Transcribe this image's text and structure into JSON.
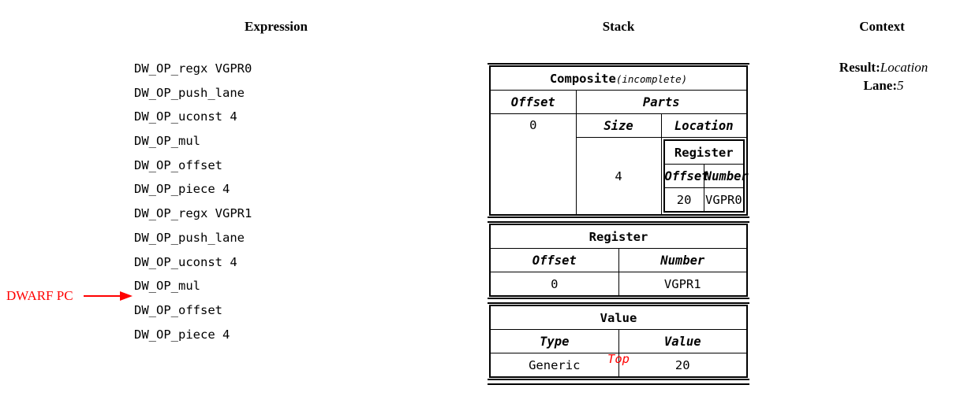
{
  "headings": {
    "expression": "Expression",
    "stack": "Stack",
    "context": "Context"
  },
  "expression": {
    "lines": [
      "DW_OP_regx VGPR0",
      "DW_OP_push_lane",
      "DW_OP_uconst 4",
      "DW_OP_mul",
      "DW_OP_offset",
      "DW_OP_piece 4",
      "DW_OP_regx VGPR1",
      "DW_OP_push_lane",
      "DW_OP_uconst 4",
      "DW_OP_mul",
      "DW_OP_offset",
      "DW_OP_piece 4"
    ],
    "pc_marker": {
      "label": "DWARF PC",
      "points_to_line_index": 10,
      "color": "#ff0000"
    }
  },
  "stack": {
    "top_label": "Top",
    "top_label_color": "#ff0000",
    "entries": [
      {
        "title": "Composite",
        "title_suffix": "(incomplete)",
        "offset_header": "Offset",
        "offset_value": "0",
        "parts_header": "Parts",
        "size_header": "Size",
        "location_header": "Location",
        "part": {
          "size": "4",
          "location": {
            "title": "Register",
            "offset_header": "Offset",
            "number_header": "Number",
            "offset_value": "20",
            "number_value": "VGPR0"
          }
        }
      },
      {
        "title": "Register",
        "offset_header": "Offset",
        "number_header": "Number",
        "offset_value": "0",
        "number_value": "VGPR1"
      },
      {
        "title": "Value",
        "type_header": "Type",
        "value_header": "Value",
        "type_value": "Generic",
        "value_value": "20",
        "value_color": "#ff0000"
      }
    ]
  },
  "context": {
    "result_key": "Result:",
    "result_value": "Location",
    "lane_key": "Lane:",
    "lane_value": "5"
  }
}
